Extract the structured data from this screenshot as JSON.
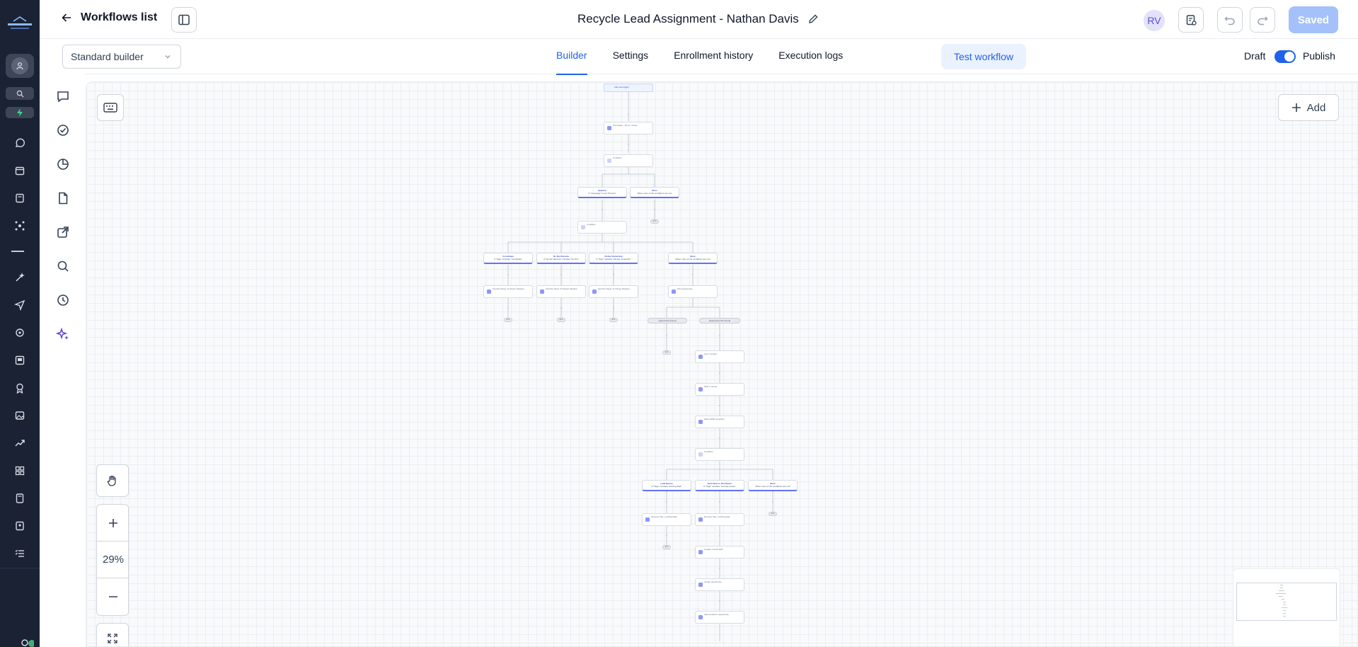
{
  "header": {
    "back_label": "Workflows list",
    "workflow_title": "Recycle Lead Assignment - Nathan Davis",
    "user_initials": "RV",
    "saved_label": "Saved"
  },
  "subbar": {
    "builder_mode": "Standard builder",
    "tabs": [
      {
        "label": "Builder",
        "active": true
      },
      {
        "label": "Settings",
        "active": false
      },
      {
        "label": "Enrollment history",
        "active": false
      },
      {
        "label": "Execution logs",
        "active": false
      }
    ],
    "test_label": "Test workflow",
    "draft_label": "Draft",
    "publish_label": "Publish",
    "publish_on": true
  },
  "canvas": {
    "add_label": "Add",
    "zoom": "29%"
  },
  "flow": {
    "trigger": "Add new trigger",
    "nodes": {
      "wait1": "Drip Mode - 30 per minute",
      "cond1": "Condition",
      "branch_spanish": {
        "title": "Spanish",
        "sub": "If \"Language\" Is set \"Precise\""
      },
      "branch_none1": {
        "title": "None",
        "sub": "When none of the conditions are met"
      },
      "cond2": "Condition",
      "branch_a": {
        "title": "Coordinate",
        "sub": "If \"Tags\" Includes \"coordinate\""
      },
      "branch_b": {
        "title": "Do Not Reroute",
        "sub": "If \"Do Not Reroute\" Includes \"Do Not\""
      },
      "branch_c": {
        "title": "30 day Ownership",
        "sub": "If \"Tags\" Includes \"30 day ownership\""
      },
      "branch_none2": {
        "title": "None",
        "sub": "When none of the conditions are met"
      },
      "act_a": "Find the Payer To Owner Pipeline",
      "act_b": "Find the Payer To Owner Pipeline",
      "act_c": "Find the Payer To Owner Pipeline",
      "find_opp": "Find opportunity",
      "opp_found": "Opportunity Found",
      "opp_not_found": "Opportunity Not Found",
      "sync": "Sync Contact",
      "wait2": "Wait 1 minute",
      "wait3": "Wait Until/If Condition",
      "cond3": "Condition",
      "branch_d": {
        "title": "Lead Return",
        "sub": "If \"Tags\" Includes \"existing data\""
      },
      "branch_e": {
        "title": "Send Rest to Bot Return",
        "sub": "If \"Tags\" Includes \"recently pause\""
      },
      "branch_none3": {
        "title": "None",
        "sub": "When none of the conditions are met"
      },
      "remove_a": "Remove Tag - existing data",
      "remove_b": "Remove Tag - existing data",
      "update_field": "Update contact field",
      "create_opp": "Create opportunity",
      "add_to_opp": "Add contact to opportunity"
    },
    "end_label": "End"
  },
  "icons": {
    "back": "arrow-left-icon",
    "panel": "sidebar-panel-icon",
    "edit": "pencil-icon",
    "notes": "clipboard-list-icon",
    "undo": "undo-icon",
    "redo": "redo-icon",
    "chevron": "chevron-down-icon"
  },
  "colors": {
    "accent": "#1f62ec",
    "rail": "#1a2234",
    "saved_disabled": "#a4c1fb"
  }
}
